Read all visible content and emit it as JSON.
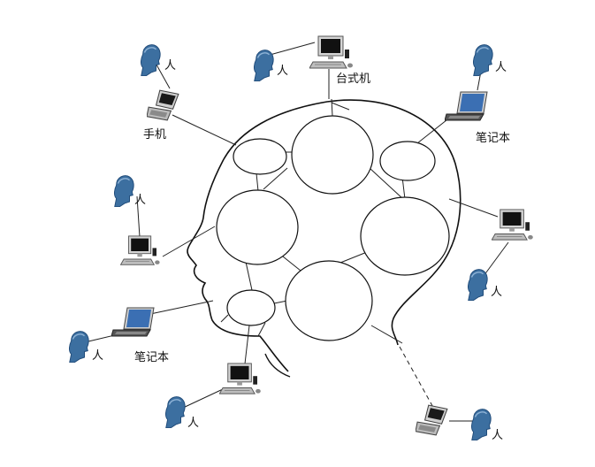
{
  "labels": {
    "mobile_phone": "手机",
    "desktop": "台式机",
    "laptop": "笔记本",
    "person": "人"
  },
  "colors": {
    "person_fill": "#3c6fa0",
    "person_dark": "#1f4a78",
    "device_screen": "#111111",
    "device_body": "#c9c9c9",
    "laptop_screen": "#3b6fb3"
  }
}
